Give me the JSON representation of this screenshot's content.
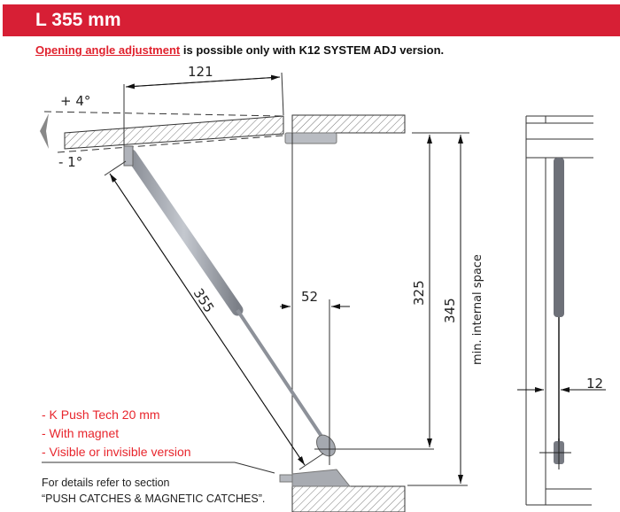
{
  "header": {
    "title": "L 355 mm"
  },
  "subtitle": {
    "link": "Opening angle adjustment",
    "rest": " is possible only with K12 SYSTEM ADJ version."
  },
  "drawing": {
    "angle_up": "+ 4°",
    "angle_down": "- 1°",
    "dim_121": "121",
    "dim_355": "355",
    "dim_52": "52",
    "dim_325": "325",
    "dim_345": "345",
    "min_space": "min. internal space",
    "dim_12": "12"
  },
  "features": [
    "- K Push Tech  20 mm",
    "- With magnet",
    "- Visible or invisible version"
  ],
  "note": {
    "line1": "For details refer to section",
    "line2": "“PUSH CATCHES & MAGNETIC CATCHES”."
  },
  "colors": {
    "brand_red": "#d71f35",
    "text_red": "#e8262d"
  }
}
